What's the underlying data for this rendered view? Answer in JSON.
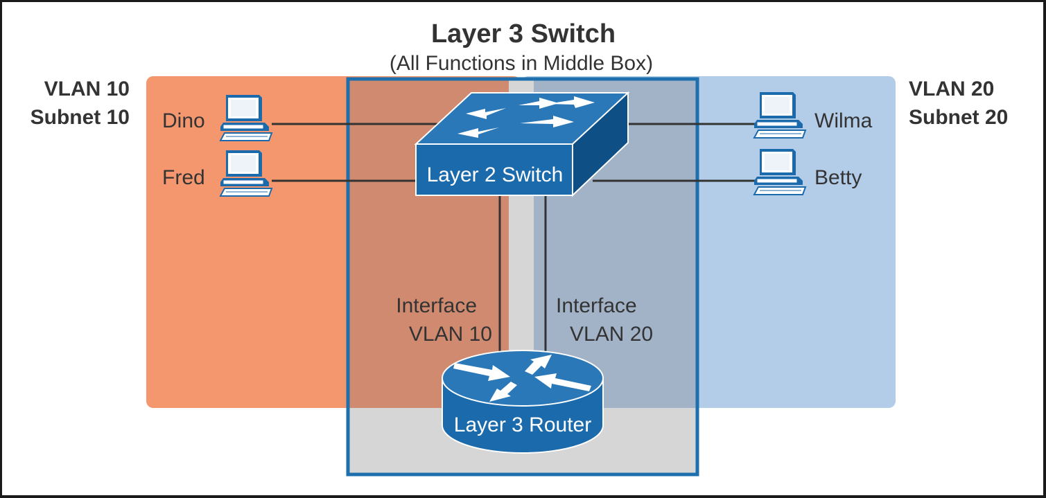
{
  "title": "Layer 3 Switch",
  "subtitle": "(All Functions in Middle Box)",
  "left_group": {
    "vlan": "VLAN 10",
    "subnet": "Subnet 10"
  },
  "right_group": {
    "vlan": "VLAN 20",
    "subnet": "Subnet 20"
  },
  "hosts": {
    "left": [
      "Dino",
      "Fred"
    ],
    "right": [
      "Wilma",
      "Betty"
    ]
  },
  "switch_label": "Layer 2 Switch",
  "router_label": "Layer 3 Router",
  "interfaces": [
    {
      "line1": "Interface",
      "line2": "VLAN 10"
    },
    {
      "line1": "Interface",
      "line2": "VLAN 20"
    }
  ],
  "colors": {
    "vlan10": "#f4976f",
    "vlan10_overlap": "#d08a70",
    "vlan20": "#b3cce7",
    "vlan20_overlap": "#a2b3c8",
    "middle_box": "#d6d6d6",
    "middle_border": "#1e6fae",
    "device_blue": "#1b6aac",
    "line": "#333333"
  }
}
